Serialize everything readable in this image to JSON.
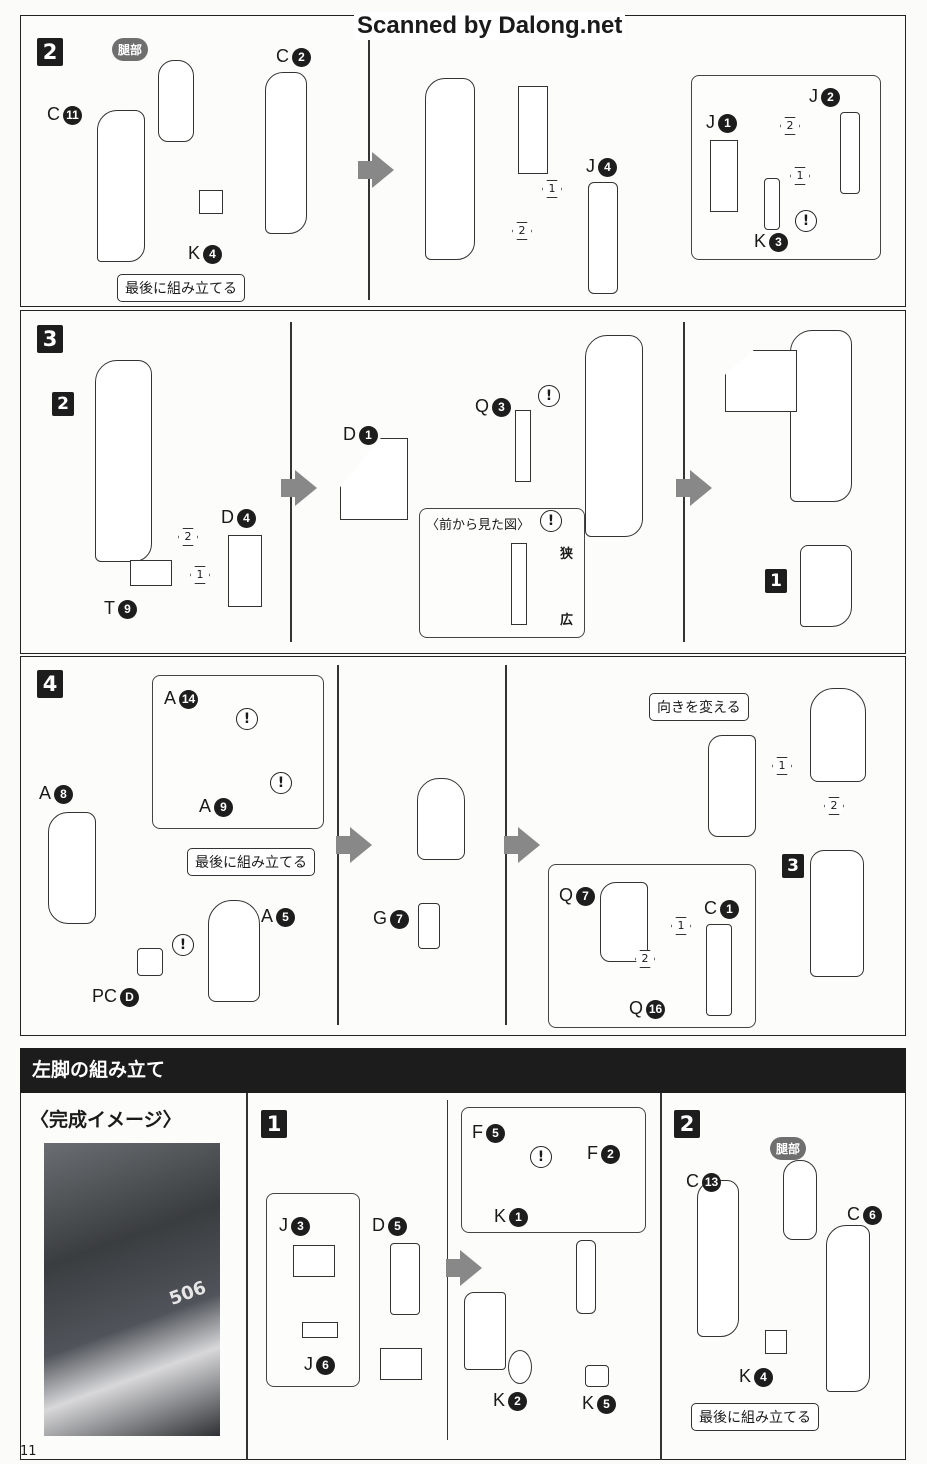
{
  "watermark": "Scanned by Dalong.net",
  "page_number": "11",
  "section_title": "左脚の組み立て",
  "completed_image_label": "〈完成イメージ〉",
  "completed_image_marking": "506",
  "steps": {
    "top2": "2",
    "top3": "3",
    "top4": "4",
    "ref2": "2",
    "ref1": "1",
    "ref3": "3",
    "left1": "1",
    "left2": "2"
  },
  "pills": {
    "thigh_top": "腿部",
    "thigh_bottom": "腿部"
  },
  "notes": {
    "assemble_last_1": "最後に組み立てる",
    "assemble_last_2": "最後に組み立てる",
    "assemble_last_3": "最後に組み立てる",
    "front_view": "〈前から見た図〉",
    "narrow": "狭",
    "wide": "広",
    "change_direction": "向きを変える"
  },
  "parts": [
    {
      "id": "s2-c2",
      "letter": "C",
      "num": "2"
    },
    {
      "id": "s2-c11",
      "letter": "C",
      "num": "11"
    },
    {
      "id": "s2-k4",
      "letter": "K",
      "num": "4"
    },
    {
      "id": "s2-j4",
      "letter": "J",
      "num": "4"
    },
    {
      "id": "s2-j1",
      "letter": "J",
      "num": "1"
    },
    {
      "id": "s2-j2",
      "letter": "J",
      "num": "2"
    },
    {
      "id": "s2-k3",
      "letter": "K",
      "num": "3"
    },
    {
      "id": "s3-d4",
      "letter": "D",
      "num": "4"
    },
    {
      "id": "s3-t9",
      "letter": "T",
      "num": "9"
    },
    {
      "id": "s3-d1",
      "letter": "D",
      "num": "1"
    },
    {
      "id": "s3-q3",
      "letter": "Q",
      "num": "3"
    },
    {
      "id": "s4-a14",
      "letter": "A",
      "num": "14"
    },
    {
      "id": "s4-a9",
      "letter": "A",
      "num": "9"
    },
    {
      "id": "s4-a8",
      "letter": "A",
      "num": "8"
    },
    {
      "id": "s4-a5",
      "letter": "A",
      "num": "5"
    },
    {
      "id": "s4-pcd",
      "letter": "PC",
      "num": "D"
    },
    {
      "id": "s4-g7",
      "letter": "G",
      "num": "7"
    },
    {
      "id": "s4-q7",
      "letter": "Q",
      "num": "7"
    },
    {
      "id": "s4-c1",
      "letter": "C",
      "num": "1"
    },
    {
      "id": "s4-q16",
      "letter": "Q",
      "num": "16"
    },
    {
      "id": "l1-j3",
      "letter": "J",
      "num": "3"
    },
    {
      "id": "l1-j6",
      "letter": "J",
      "num": "6"
    },
    {
      "id": "l1-d5",
      "letter": "D",
      "num": "5"
    },
    {
      "id": "l1-f5",
      "letter": "F",
      "num": "5"
    },
    {
      "id": "l1-f2",
      "letter": "F",
      "num": "2"
    },
    {
      "id": "l1-k1",
      "letter": "K",
      "num": "1"
    },
    {
      "id": "l1-k2",
      "letter": "K",
      "num": "2"
    },
    {
      "id": "l1-k5",
      "letter": "K",
      "num": "5"
    },
    {
      "id": "l2-c13",
      "letter": "C",
      "num": "13"
    },
    {
      "id": "l2-c6",
      "letter": "C",
      "num": "6"
    },
    {
      "id": "l2-k4",
      "letter": "K",
      "num": "4"
    }
  ],
  "order_markers": [
    {
      "id": "m1",
      "label": "2"
    },
    {
      "id": "m2",
      "label": "1"
    },
    {
      "id": "m3",
      "label": "2"
    },
    {
      "id": "m4",
      "label": "1"
    },
    {
      "id": "m5",
      "label": "2"
    },
    {
      "id": "m6",
      "label": "1"
    },
    {
      "id": "m7",
      "label": "1"
    },
    {
      "id": "m8",
      "label": "2"
    },
    {
      "id": "m9",
      "label": "1"
    },
    {
      "id": "m10",
      "label": "2"
    }
  ],
  "warning_symbol": "!"
}
